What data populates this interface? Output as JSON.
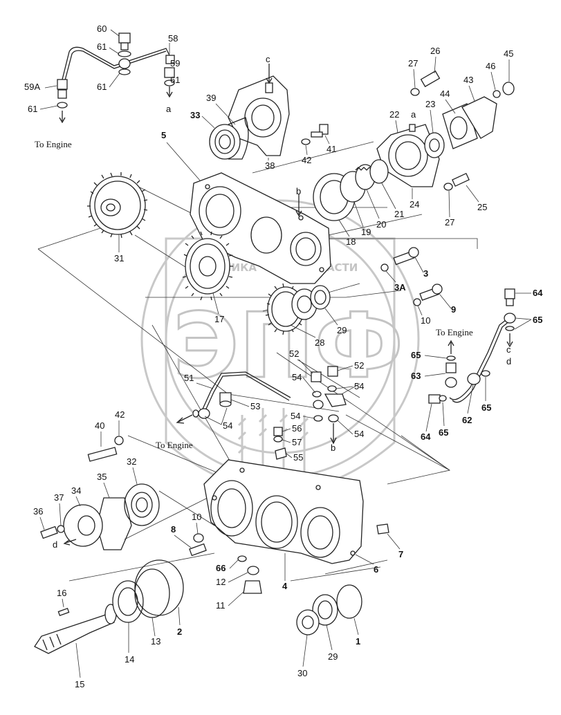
{
  "watermark": {
    "logo_text": "ЭПФ",
    "ring_text_left": "ТЕХНИКА",
    "ring_text_right": "ЗАПЧАСТИ",
    "color": "#c4c4c4"
  },
  "notes": {
    "to_engine_1": "To Engine",
    "to_engine_2": "To Engine",
    "to_engine_3": "To Engine"
  },
  "arrows": {
    "a1": "a",
    "a2": "a",
    "b1": "b",
    "b2": "b",
    "c1": "c",
    "c2": "c",
    "d1": "d",
    "d2": "d"
  },
  "callouts": {
    "p60": "60",
    "p58": "58",
    "p61a": "61",
    "p59": "59",
    "p61b": "61",
    "p59A": "59A",
    "p61c": "61",
    "p61d": "61",
    "p27a": "27",
    "p26": "26",
    "p45": "45",
    "p46": "46",
    "p43": "43",
    "p44": "44",
    "p22": "22",
    "p23": "23",
    "p39": "39",
    "p33": "33",
    "p38": "38",
    "p42a": "42",
    "p41": "41",
    "p5": "5",
    "p31": "31",
    "p18": "18",
    "p19": "19",
    "p20": "20",
    "p21": "21",
    "p24": "24",
    "p27b": "27",
    "p25": "25",
    "p3": "3",
    "p3A": "3A",
    "p9": "9",
    "p10a": "10",
    "p17": "17",
    "p28": "28",
    "p29a": "29",
    "p64a": "64",
    "p65a": "65",
    "p65b": "65",
    "p63": "63",
    "p62": "62",
    "p65c": "65",
    "p64b": "64",
    "p65d": "65",
    "p52a": "52",
    "p52b": "52",
    "p51": "51",
    "p54a": "54",
    "p54b": "54",
    "p53": "53",
    "p54c": "54",
    "p54d": "54",
    "p54e": "54",
    "p56": "56",
    "p57": "57",
    "p55": "55",
    "p40": "40",
    "p42b": "42",
    "p32": "32",
    "p35": "35",
    "p34": "34",
    "p37": "37",
    "p36": "36",
    "p8": "8",
    "p10b": "10",
    "p66": "66",
    "p12": "12",
    "p11": "11",
    "p4": "4",
    "p6": "6",
    "p7": "7",
    "p16": "16",
    "p14": "14",
    "p13": "13",
    "p2": "2",
    "p15": "15",
    "p30": "30",
    "p29b": "29",
    "p1": "1"
  }
}
